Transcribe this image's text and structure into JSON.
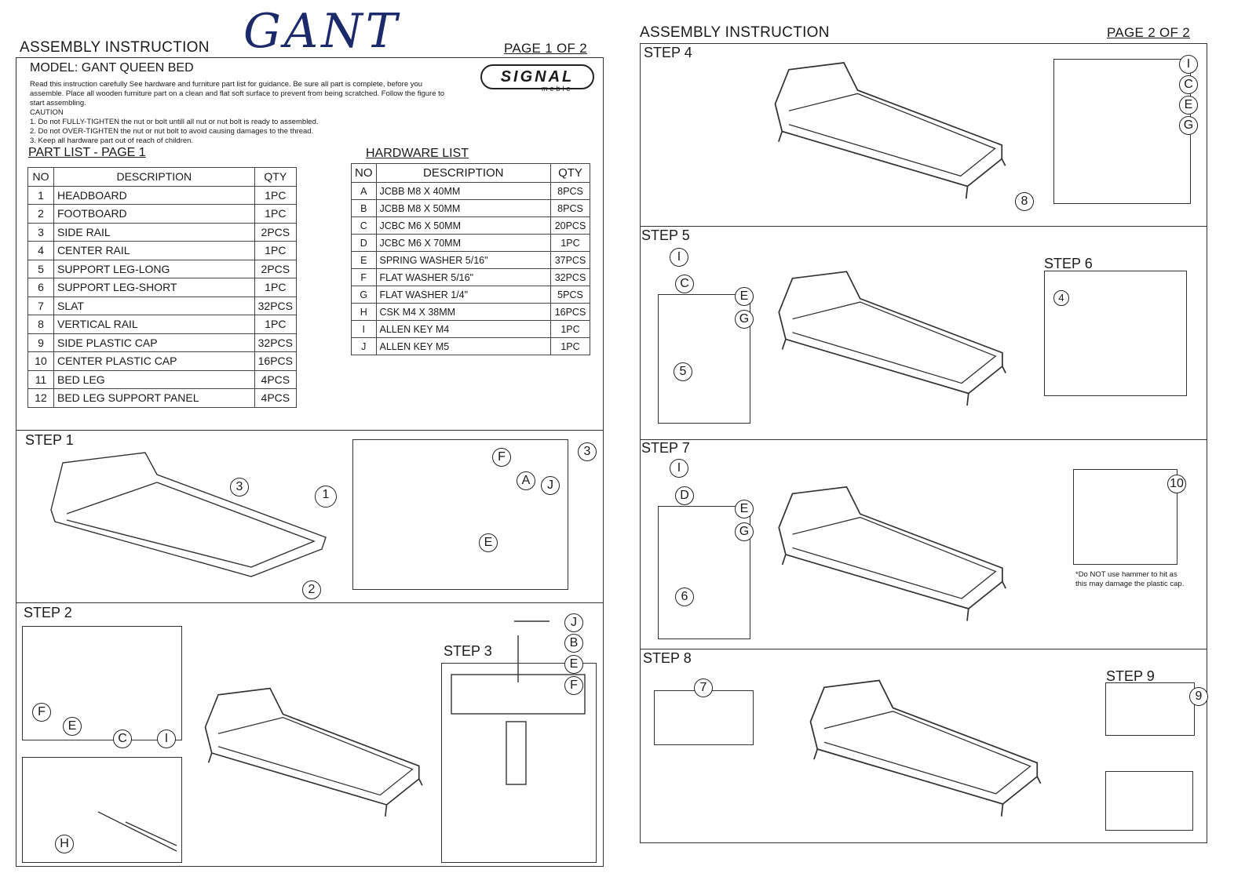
{
  "page1": {
    "title": "ASSEMBLY INSTRUCTION",
    "handwritten": "GANT",
    "page": "PAGE 1 OF 2",
    "model": "MODEL:  GANT QUEEN BED",
    "logo": "SIGNAL",
    "logo_sub": "meble",
    "intro": "Read this instruction carefully  See hardware and furniture part list for guidance. Be sure all part is complete, before you assemble. Place all wooden furniture part on a clean and flat soft surface to prevent from being scratched. Follow the figure to start assembling.",
    "caution_title": "CAUTION",
    "cautions": [
      "1. Do not FULLY-TIGHTEN the nut or bolt untill all nut or nut bolt is ready to assembled.",
      "2. Do not OVER-TIGHTEN the nut or nut bolt to avoid causing damages to the thread.",
      "3. Keep all hardware part out of reach of children."
    ]
  },
  "part_list": {
    "title": "PART LIST - PAGE 1",
    "headers": [
      "NO",
      "DESCRIPTION",
      "QTY"
    ],
    "rows": [
      [
        "1",
        "HEADBOARD",
        "1PC"
      ],
      [
        "2",
        "FOOTBOARD",
        "1PC"
      ],
      [
        "3",
        "SIDE RAIL",
        "2PCS"
      ],
      [
        "4",
        "CENTER RAIL",
        "1PC"
      ],
      [
        "5",
        "SUPPORT LEG-LONG",
        "2PCS"
      ],
      [
        "6",
        "SUPPORT LEG-SHORT",
        "1PC"
      ],
      [
        "7",
        "SLAT",
        "32PCS"
      ],
      [
        "8",
        "VERTICAL RAIL",
        "1PC"
      ],
      [
        "9",
        "SIDE PLASTIC CAP",
        "32PCS"
      ],
      [
        "10",
        "CENTER PLASTIC CAP",
        "16PCS"
      ],
      [
        "11",
        "BED LEG",
        "4PCS"
      ],
      [
        "12",
        "BED LEG SUPPORT PANEL",
        "4PCS"
      ]
    ]
  },
  "hardware_list": {
    "title": "HARDWARE LIST",
    "headers": [
      "NO",
      "DESCRIPTION",
      "QTY"
    ],
    "rows": [
      [
        "A",
        "JCBB M8 X 40MM",
        "8PCS"
      ],
      [
        "B",
        "JCBB M8 X 50MM",
        "8PCS"
      ],
      [
        "C",
        "JCBC M6 X 50MM",
        "20PCS"
      ],
      [
        "D",
        "JCBC M6 X 70MM",
        "1PC"
      ],
      [
        "E",
        "SPRING WASHER 5/16\"",
        "37PCS"
      ],
      [
        "F",
        "FLAT WASHER 5/16\"",
        "32PCS"
      ],
      [
        "G",
        "FLAT WASHER 1/4\"",
        "5PCS"
      ],
      [
        "H",
        "CSK M4 X 38MM",
        "16PCS"
      ],
      [
        "I",
        "ALLEN KEY M4",
        "1PC"
      ],
      [
        "J",
        "ALLEN KEY M5",
        "1PC"
      ]
    ]
  },
  "steps": {
    "s1": {
      "label": "STEP 1",
      "callouts": [
        "3",
        "2",
        "1",
        "F",
        "3",
        "A",
        "J",
        "E"
      ]
    },
    "s2": {
      "label": "STEP 2",
      "callouts": [
        "F",
        "E",
        "C",
        "I",
        "H"
      ]
    },
    "s3": {
      "label": "STEP 3",
      "callouts": [
        "J",
        "B",
        "E",
        "F"
      ]
    },
    "s4": {
      "label": "STEP 4",
      "callouts": [
        "I",
        "C",
        "E",
        "G",
        "8"
      ]
    },
    "s5": {
      "label": "STEP 5",
      "callouts": [
        "I",
        "C",
        "E",
        "G",
        "5"
      ]
    },
    "s6": {
      "label": "STEP 6",
      "callouts": [
        "4"
      ]
    },
    "s7": {
      "label": "STEP 7",
      "callouts": [
        "I",
        "D",
        "E",
        "G",
        "6",
        "10"
      ],
      "note": "*Do NOT use hammer to hit as this may damage the plastic cap."
    },
    "s8": {
      "label": "STEP 8",
      "callouts": [
        "7"
      ]
    },
    "s9": {
      "label": "STEP 9",
      "callouts": [
        "9"
      ]
    }
  },
  "page2": {
    "title": "ASSEMBLY INSTRUCTION",
    "page": "PAGE 2 OF 2"
  }
}
